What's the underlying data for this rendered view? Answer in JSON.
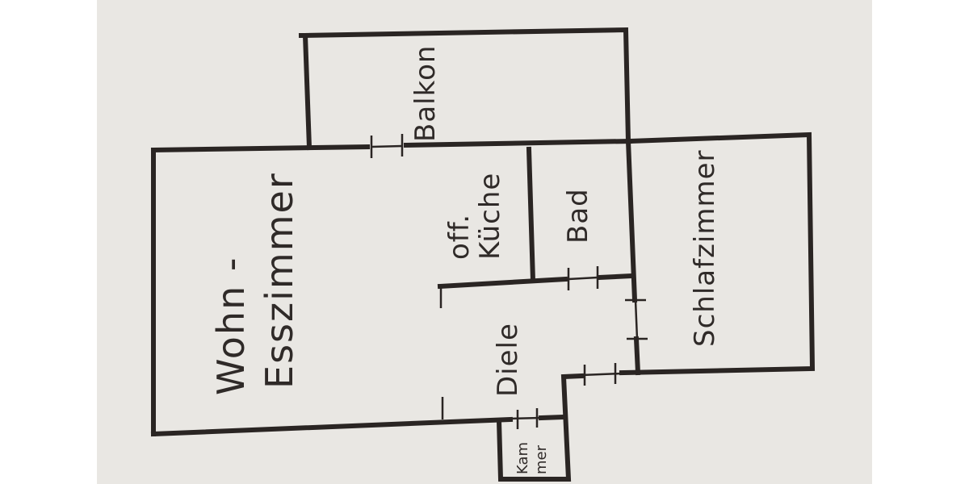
{
  "rooms": {
    "balkon": "Balkon",
    "wohn_line1": "Wohn -",
    "wohn_line2": "Esszimmer",
    "kueche_line1": "off.",
    "kueche_line2": "Küche",
    "bad": "Bad",
    "schlafzimmer": "Schlafzimmer",
    "diele": "Diele",
    "kammer_line1": "Kam",
    "kammer_line2": "mer"
  }
}
